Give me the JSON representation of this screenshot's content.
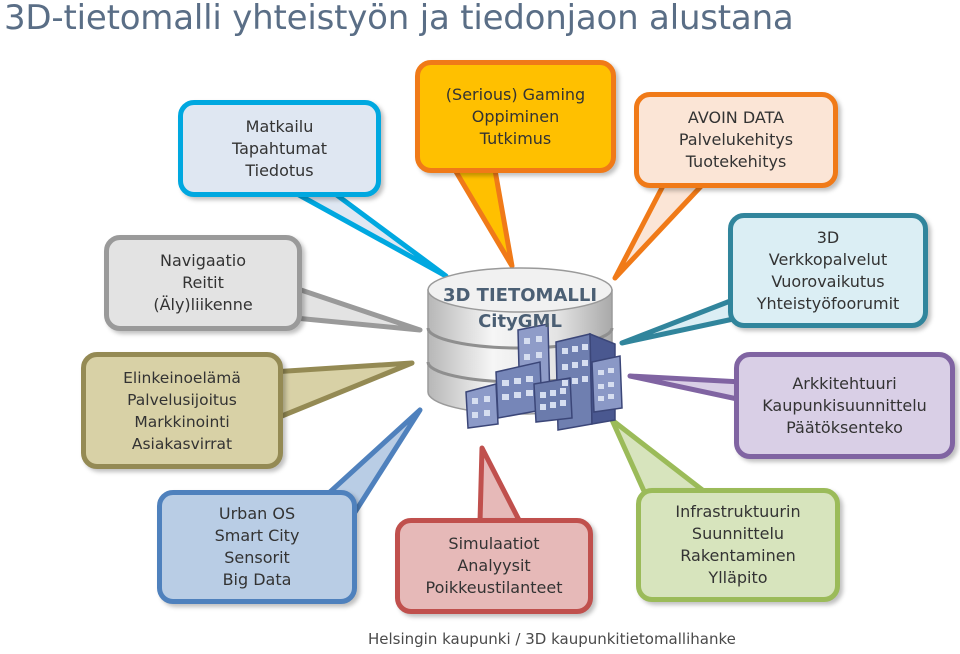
{
  "title": "3D-tietomalli  yhteistyön ja tiedonjaon alustana",
  "center": {
    "line1": "3D TIETOMALLI",
    "line2": "CityGML"
  },
  "footer": "Helsingin kaupunki / 3D kaupunkitietomallihanke",
  "bubbles": {
    "matkailu": {
      "lines": [
        "Matkailu",
        "Tapahtumat",
        "Tiedotus"
      ],
      "border": "#00a8e0",
      "fill": "#dfe7f2"
    },
    "gaming": {
      "lines": [
        "(Serious) Gaming",
        "Oppiminen",
        "Tutkimus"
      ],
      "border": "#f07a18",
      "fill": "#ffc000"
    },
    "avoin": {
      "lines": [
        "AVOIN DATA",
        "Palvelukehitys",
        "Tuotekehitys"
      ],
      "border": "#f07a18",
      "fill": "#fbe5d6"
    },
    "navigaatio": {
      "lines": [
        "Navigaatio",
        "Reitit",
        "(Äly)liikenne"
      ],
      "border": "#9a9a9a",
      "fill": "#e3e3e3"
    },
    "verkko": {
      "lines": [
        "3D",
        "Verkkopalvelut",
        "Vuorovaikutus",
        "Yhteistyöfoorumit"
      ],
      "border": "#31859c",
      "fill": "#dbeef4"
    },
    "elinkeino": {
      "lines": [
        "Elinkeinoelämä",
        "Palvelusijoitus",
        "Markkinointi",
        "Asiakasvirrat"
      ],
      "border": "#948a54",
      "fill": "#d8d1a6"
    },
    "arkkitehtuuri": {
      "lines": [
        "Arkkitehtuuri",
        "Kaupunkisuunnittelu",
        "Päätöksenteko"
      ],
      "border": "#8064a2",
      "fill": "#d9cfe6"
    },
    "urban": {
      "lines": [
        "Urban OS",
        "Smart City",
        "Sensorit",
        "Big Data"
      ],
      "border": "#4f81bd",
      "fill": "#b9cde5"
    },
    "simulaatiot": {
      "lines": [
        "Simulaatiot",
        "Analyysit",
        "Poikkeustilanteet"
      ],
      "border": "#c0504d",
      "fill": "#e6b9b8"
    },
    "infra": {
      "lines": [
        "Infrastruktuurin",
        "Suunnittelu",
        "Rakentaminen",
        "Ylläpito"
      ],
      "border": "#9bbb59",
      "fill": "#d7e4bd"
    }
  }
}
